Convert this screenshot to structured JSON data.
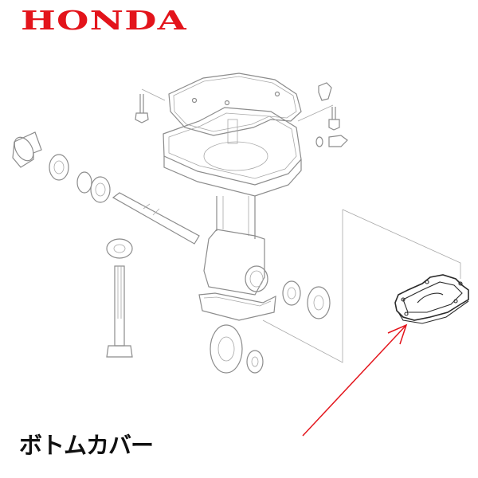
{
  "brand": {
    "logo_text": "HONDA",
    "color": "#e3141b"
  },
  "product": {
    "label": "ボトムカバー",
    "label_color": "#111111"
  },
  "diagram": {
    "description": "Exploded parts diagram of gear case assembly",
    "highlighted_part": "bottom-cover",
    "pointer_arrow_color": "#e3141b",
    "line_color": "#8c8c8c",
    "highlight_line_color": "#2a2a2a"
  }
}
